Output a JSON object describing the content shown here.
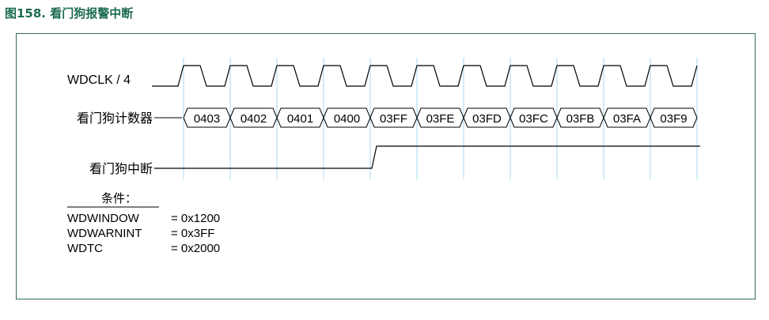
{
  "figure": {
    "title": "图158. 看门狗报警中断",
    "accent_color": "#1c6b4e",
    "frame_color": "#2e6a55",
    "guide_color": "#a9d8f0"
  },
  "signals": {
    "clock_label": "WDCLK / 4",
    "counter_label": "看门狗计数器",
    "interrupt_label": "看门狗中断"
  },
  "counter_values": [
    "0403",
    "0402",
    "0401",
    "0400",
    "03FF",
    "03FE",
    "03FD",
    "03FC",
    "03FB",
    "03FA",
    "03F9"
  ],
  "interrupt": {
    "asserted_at_value": "03FF"
  },
  "conditions": {
    "header": "条件：",
    "rows": [
      {
        "name": "WDWINDOW",
        "value": "= 0x1200"
      },
      {
        "name": "WDWARNINT",
        "value": "= 0x3FF"
      },
      {
        "name": "WDTC",
        "value": "= 0x2000"
      }
    ]
  }
}
